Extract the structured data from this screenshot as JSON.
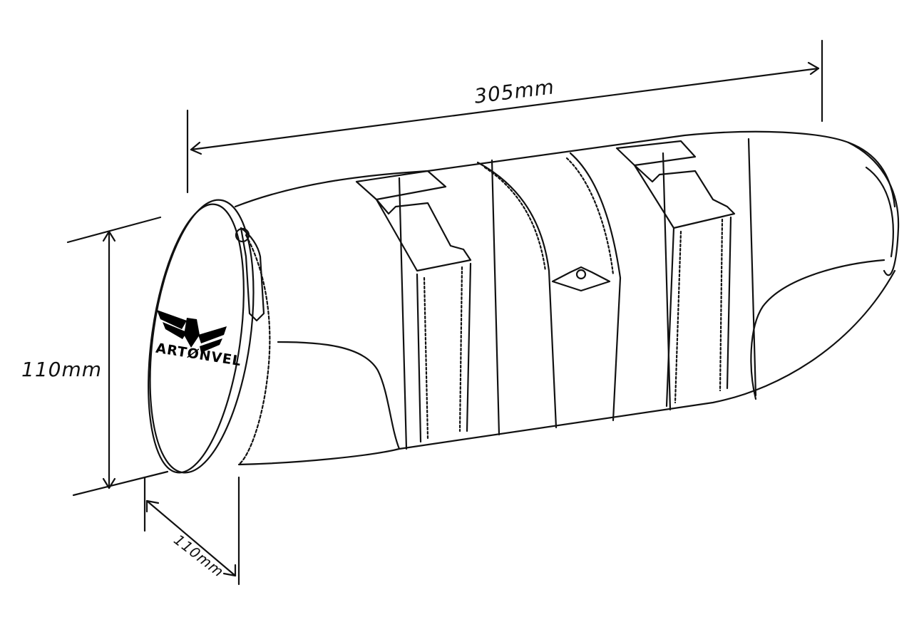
{
  "diagram": {
    "title": "Cylindrical bag dimension sketch",
    "subject": "Cylindrical roll bag with two buckled straps, center band, zippered round end cap",
    "dimensions": {
      "length": "305mm",
      "height": "110mm",
      "depth": "110mm"
    },
    "brand": {
      "name": "ARTØNVEL",
      "logo": "winged-star-emblem"
    },
    "colors": {
      "line": "#111111",
      "background": "#ffffff"
    }
  }
}
